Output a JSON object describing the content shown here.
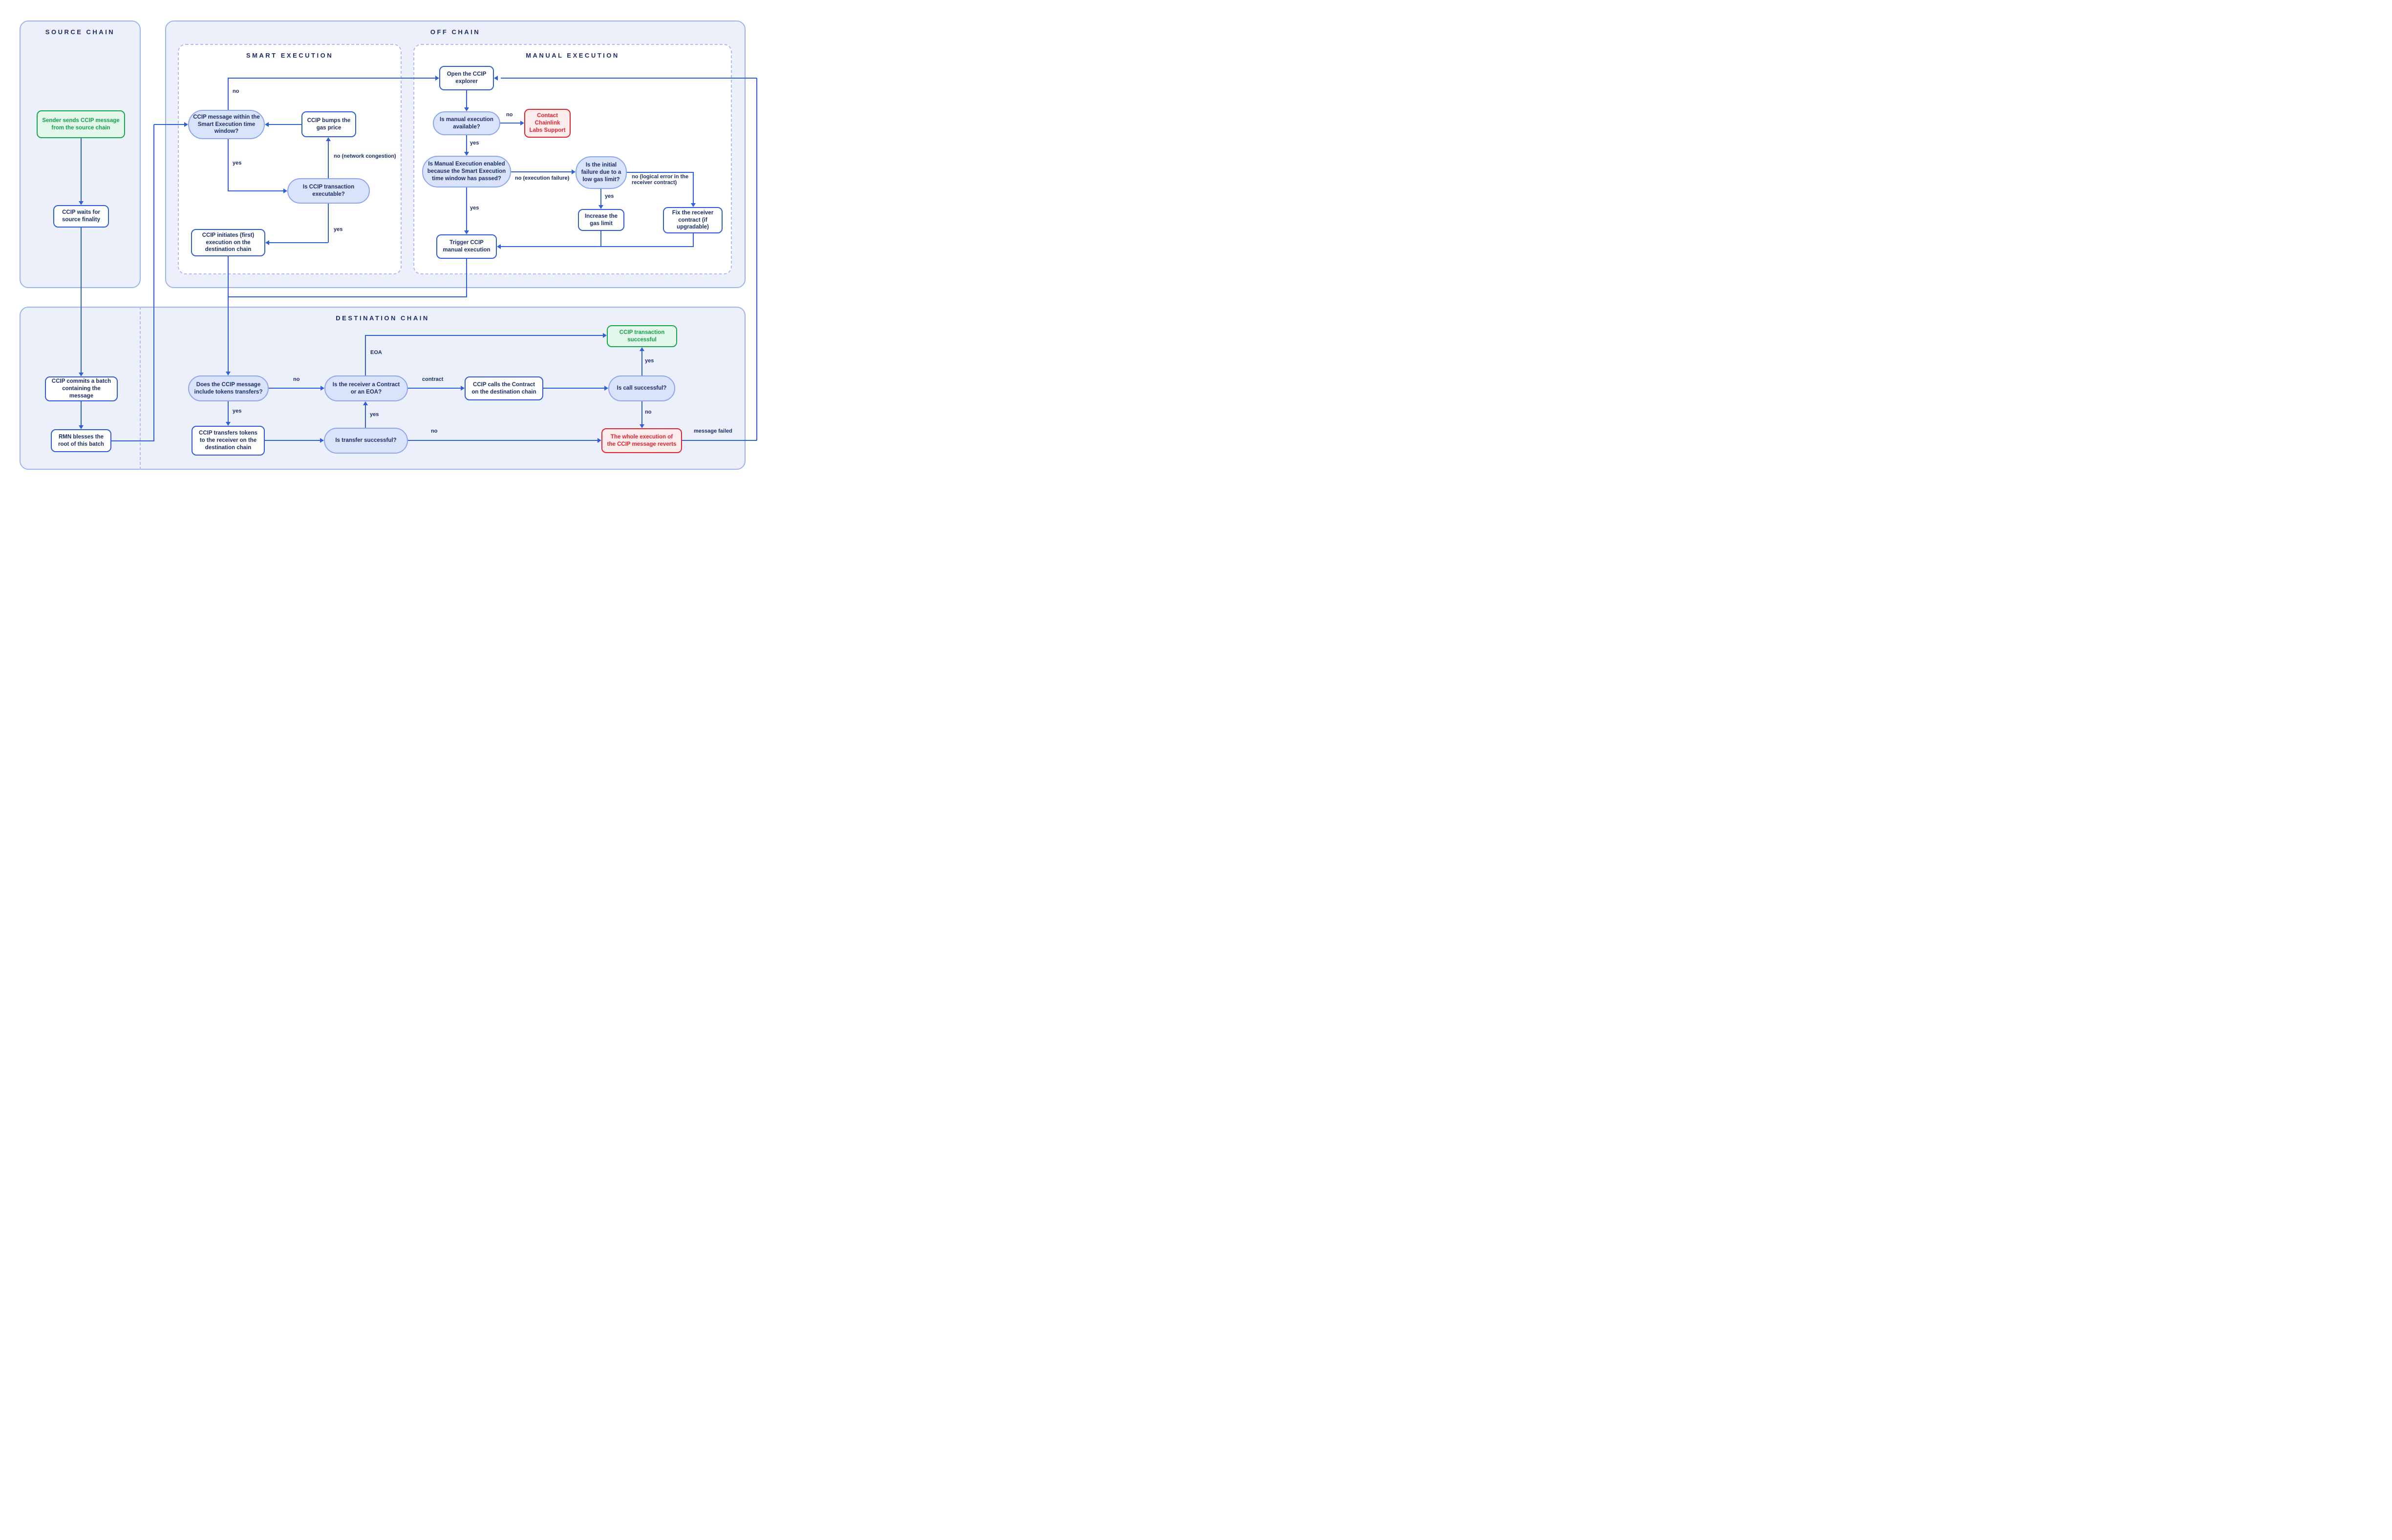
{
  "sections": {
    "source_chain": {
      "title": "SOURCE CHAIN"
    },
    "off_chain": {
      "title": "OFF CHAIN"
    },
    "smart_execution": {
      "title": "SMART EXECUTION"
    },
    "manual_execution": {
      "title": "MANUAL EXECUTION"
    },
    "destination_chain": {
      "title": "DESTINATION CHAIN"
    }
  },
  "nodes": {
    "sender": {
      "label": "Sender sends CCIP message from the source chain",
      "kind": "green"
    },
    "waits": {
      "label": "CCIP waits for source finality",
      "kind": "white"
    },
    "commits": {
      "label": "CCIP commits a batch containing the message",
      "kind": "white"
    },
    "rmn": {
      "label": "RMN blesses the root of this batch",
      "kind": "white"
    },
    "time_window": {
      "label": "CCIP message within the Smart Execution time window?",
      "kind": "pill"
    },
    "bumps": {
      "label": "CCIP bumps the gas price",
      "kind": "white"
    },
    "executable": {
      "label": "Is CCIP transaction executable?",
      "kind": "pill"
    },
    "initiates": {
      "label": "CCIP initiates (first) execution on the destination chain",
      "kind": "white"
    },
    "explorer": {
      "label": "Open the CCIP explorer",
      "kind": "white"
    },
    "manual_available": {
      "label": "Is manual execution available?",
      "kind": "pill"
    },
    "contact_support": {
      "label": "Contact Chainlink Labs Support",
      "kind": "red"
    },
    "manual_enabled": {
      "label": "Is Manual Execution enabled because the Smart Execution time window has passed?",
      "kind": "pill"
    },
    "low_gas": {
      "label": "Is the initial failure due to a low gas limit?",
      "kind": "pill"
    },
    "increase_gas": {
      "label": "Increase the gas limit",
      "kind": "white"
    },
    "fix_receiver": {
      "label": "Fix the receiver contract (if upgradable)",
      "kind": "white"
    },
    "trigger": {
      "label": "Trigger CCIP manual execution",
      "kind": "white"
    },
    "tokens": {
      "label": "Does the CCIP message include tokens transfers?",
      "kind": "pill"
    },
    "receiver_type": {
      "label": "Is the receiver a Contract or an EOA?",
      "kind": "pill"
    },
    "calls_contract": {
      "label": "CCIP calls the Contract on the destination chain",
      "kind": "white"
    },
    "call_success": {
      "label": "Is call successful?",
      "kind": "pill"
    },
    "tx_success": {
      "label": "CCIP transaction successful",
      "kind": "green"
    },
    "transfers": {
      "label": "CCIP transfers tokens to the receiver on the destination chain",
      "kind": "white"
    },
    "transfer_success": {
      "label": "Is transfer successful?",
      "kind": "pill"
    },
    "reverts": {
      "label": "The whole execution of the CCIP message reverts",
      "kind": "red"
    }
  },
  "edge_labels": {
    "time_window_no": "no",
    "time_window_yes": "yes",
    "network_congestion": "no (network congestion)",
    "executable_yes": "yes",
    "manual_no": "no",
    "manual_yes": "yes",
    "execution_failure": "no (execution failure)",
    "enabled_yes": "yes",
    "low_gas_yes": "yes",
    "logical_error": "no (logical error in the receiver contract)",
    "tokens_no": "no",
    "tokens_yes": "yes",
    "eoa": "EOA",
    "contract": "contract",
    "call_yes": "yes",
    "call_no": "no",
    "transfer_yes": "yes",
    "transfer_no": "no",
    "message_failed": "message failed"
  },
  "colors": {
    "line_blue": "#3060d6",
    "navy_text": "#1c2f68",
    "pill_fill": "#d9e3f9",
    "pill_border": "#8ca6ee",
    "container_fill": "#ecf0fb",
    "container_border": "#9db3ef",
    "dashed_border": "#a9bdf2",
    "green": "#17a64b",
    "green_fill": "#e4f7eb",
    "red": "#e2242f",
    "red_fill": "#fdecec"
  }
}
